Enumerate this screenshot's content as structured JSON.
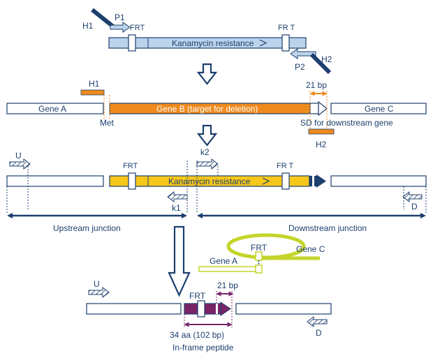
{
  "colors": {
    "navy": "#1c3f6e",
    "light_blue": "#bcd3ec",
    "orange": "#ef8a1c",
    "yellow": "#f7c719",
    "lime": "#c4d42a",
    "purple": "#7a2468"
  },
  "primers": {
    "h1": "H1",
    "p1": "P1",
    "h2": "H2",
    "p2": "P2",
    "h1_box": "H1",
    "h2_box": "H2",
    "u": "U",
    "k2": "k2",
    "k1": "k1",
    "d": "D",
    "u_bottom": "U",
    "d_bottom": "D"
  },
  "plasmid_template": {
    "frt_left": "FRT",
    "frt_right": "FR T",
    "gene": "Kanamycin resistance"
  },
  "target_locus": {
    "gene_a": "Gene A",
    "gene_b": "Gene B (target for deletion)",
    "gene_c": "Gene C",
    "met": "Met",
    "sd": "SD for downstream gene",
    "bp21": "21 bp"
  },
  "deletion_locus": {
    "frt_left": "FRT",
    "frt_right": "FR T",
    "gene": "Kanamycin resistance",
    "upstream_junction": "Upstream junction",
    "downstream_junction": "Downstream junction"
  },
  "flp_loop": {
    "frt": "FRT",
    "gene_a": "Gene A",
    "gene_c": "Gene C"
  },
  "scar": {
    "frt": "FRT",
    "bp21": "21 bp",
    "aa34": "34 aa  (102 bp)",
    "peptide": "In-frame peptide"
  }
}
